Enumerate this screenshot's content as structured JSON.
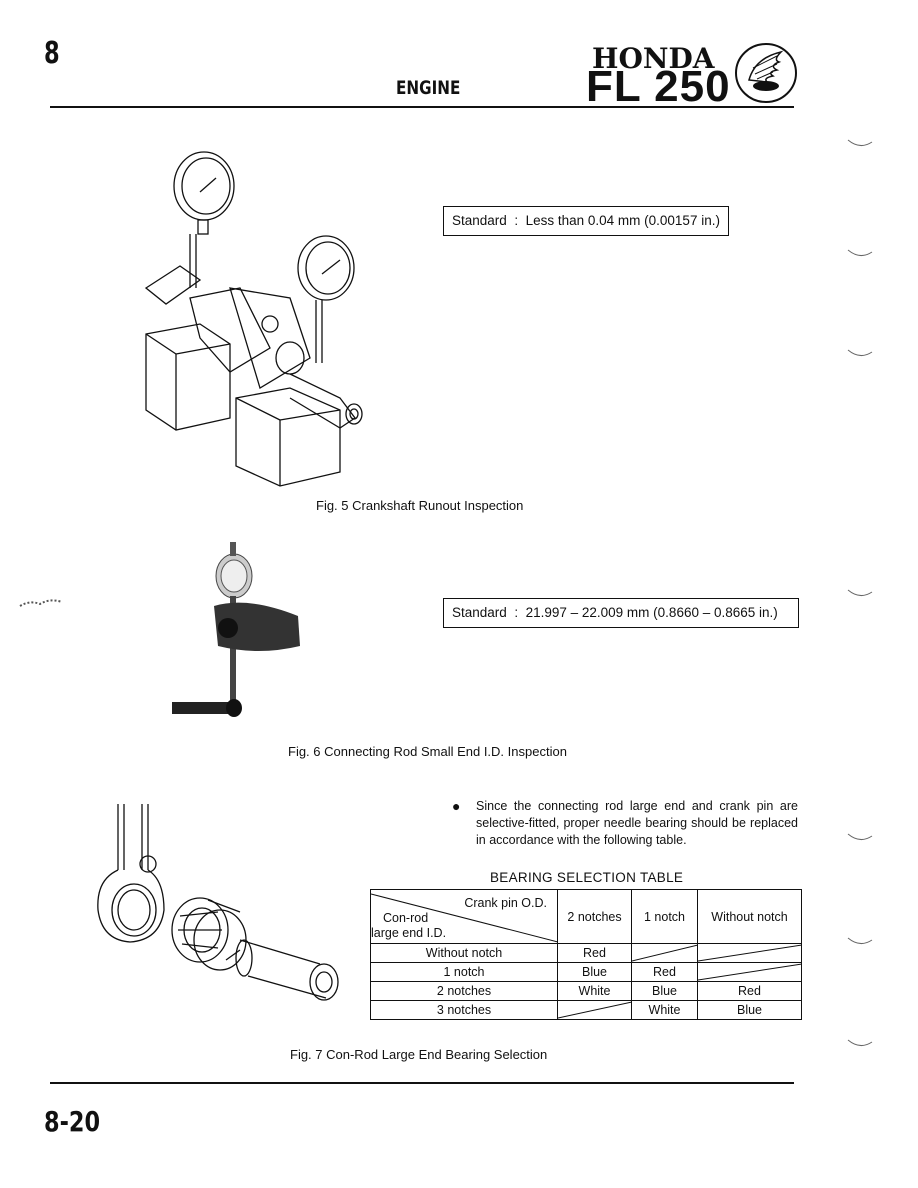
{
  "header": {
    "chapter_number": "8",
    "section_title": "ENGINE",
    "brand": "HONDA",
    "model": "FL 250"
  },
  "fig5": {
    "standard_label": "Standard",
    "standard_sep": ":",
    "standard_value": "Less than 0.04 mm (0.00157 in.)",
    "caption": "Fig. 5   Crankshaft Runout Inspection"
  },
  "fig6": {
    "standard_label": "Standard",
    "standard_sep": ":",
    "standard_value": "21.997 – 22.009 mm (0.8660 – 0.8665 in.)",
    "caption": "Fig. 6   Connecting Rod Small End I.D. Inspection"
  },
  "fig7": {
    "bullet_text": "Since the connecting rod large end and crank pin are selective-fitted, proper needle bearing should be replaced in accordance with the following table.",
    "table_title": "BEARING SELECTION TABLE",
    "table": {
      "corner_top": "Crank pin O.D.",
      "corner_mid": "Con-rod",
      "corner_bottom": "large end I.D.",
      "columns": [
        "2 notches",
        "1 notch",
        "Without notch"
      ],
      "rows": [
        {
          "label": "Without notch",
          "cells": [
            "Red",
            "",
            ""
          ]
        },
        {
          "label": "1  notch",
          "cells": [
            "Blue",
            "Red",
            ""
          ]
        },
        {
          "label": "2  notches",
          "cells": [
            "White",
            "Blue",
            "Red"
          ]
        },
        {
          "label": "3  notches",
          "cells": [
            "",
            "White",
            "Blue"
          ]
        }
      ]
    },
    "caption": "Fig. 7   Con-Rod Large End Bearing Selection"
  },
  "footer": {
    "page_number": "8-20"
  }
}
